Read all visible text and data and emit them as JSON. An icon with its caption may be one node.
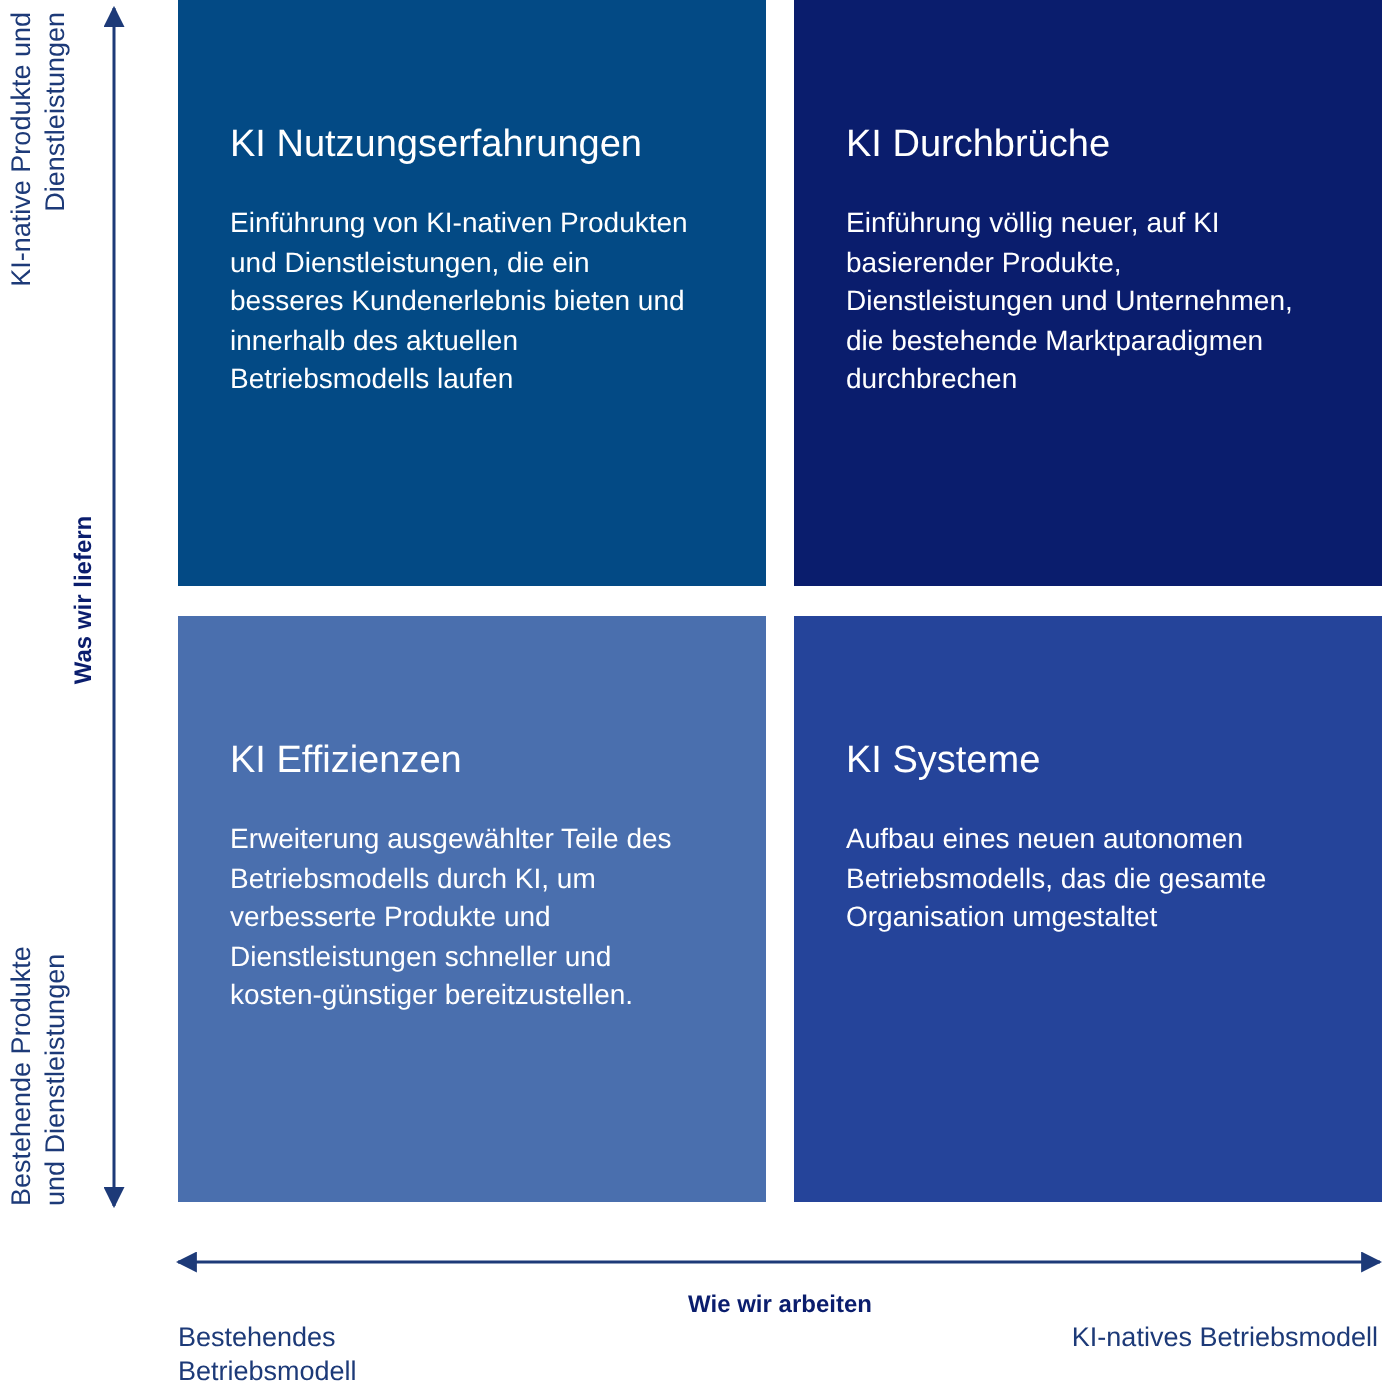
{
  "diagram": {
    "nodes": [
      {
        "text": [
          "KI Nutzungserfahrungen",
          "Einführung von KI-nativen Produkten und Dienstleistungen, die ein besseres Kundenerlebnis bieten und innerhalb des aktuellen Betriebsmodells laufen"
        ]
      },
      {
        "text": [
          "KI Durchbrüche",
          "Einführung völlig neuer, auf KI basierender Produkte, Dienstleistungen und Unternehmen, die bestehende Marktparadigmen durchbrechen"
        ]
      },
      {
        "text": [
          "KI Effizienzen",
          "Erweiterung ausgewählter Teile des Betriebsmodells durch KI, um verbesserte Produkte und Dienstleistungen schneller und kosten-günstiger bereitzustellen."
        ]
      },
      {
        "text": [
          "KI Systeme",
          "Aufbau eines neuen autonomen Betriebsmodells, das die gesamte Organisation umgestaltet"
        ]
      }
    ],
    "edges": [],
    "labels": [
      "KI-native Produkte und Dienstleistungen",
      "Was wir liefern",
      "Bestehende Produkte und Dienstleistungen",
      "Wie wir arbeiten",
      "Bestehendes Betriebsmodell",
      "KI-natives Betriebsmodell"
    ]
  }
}
